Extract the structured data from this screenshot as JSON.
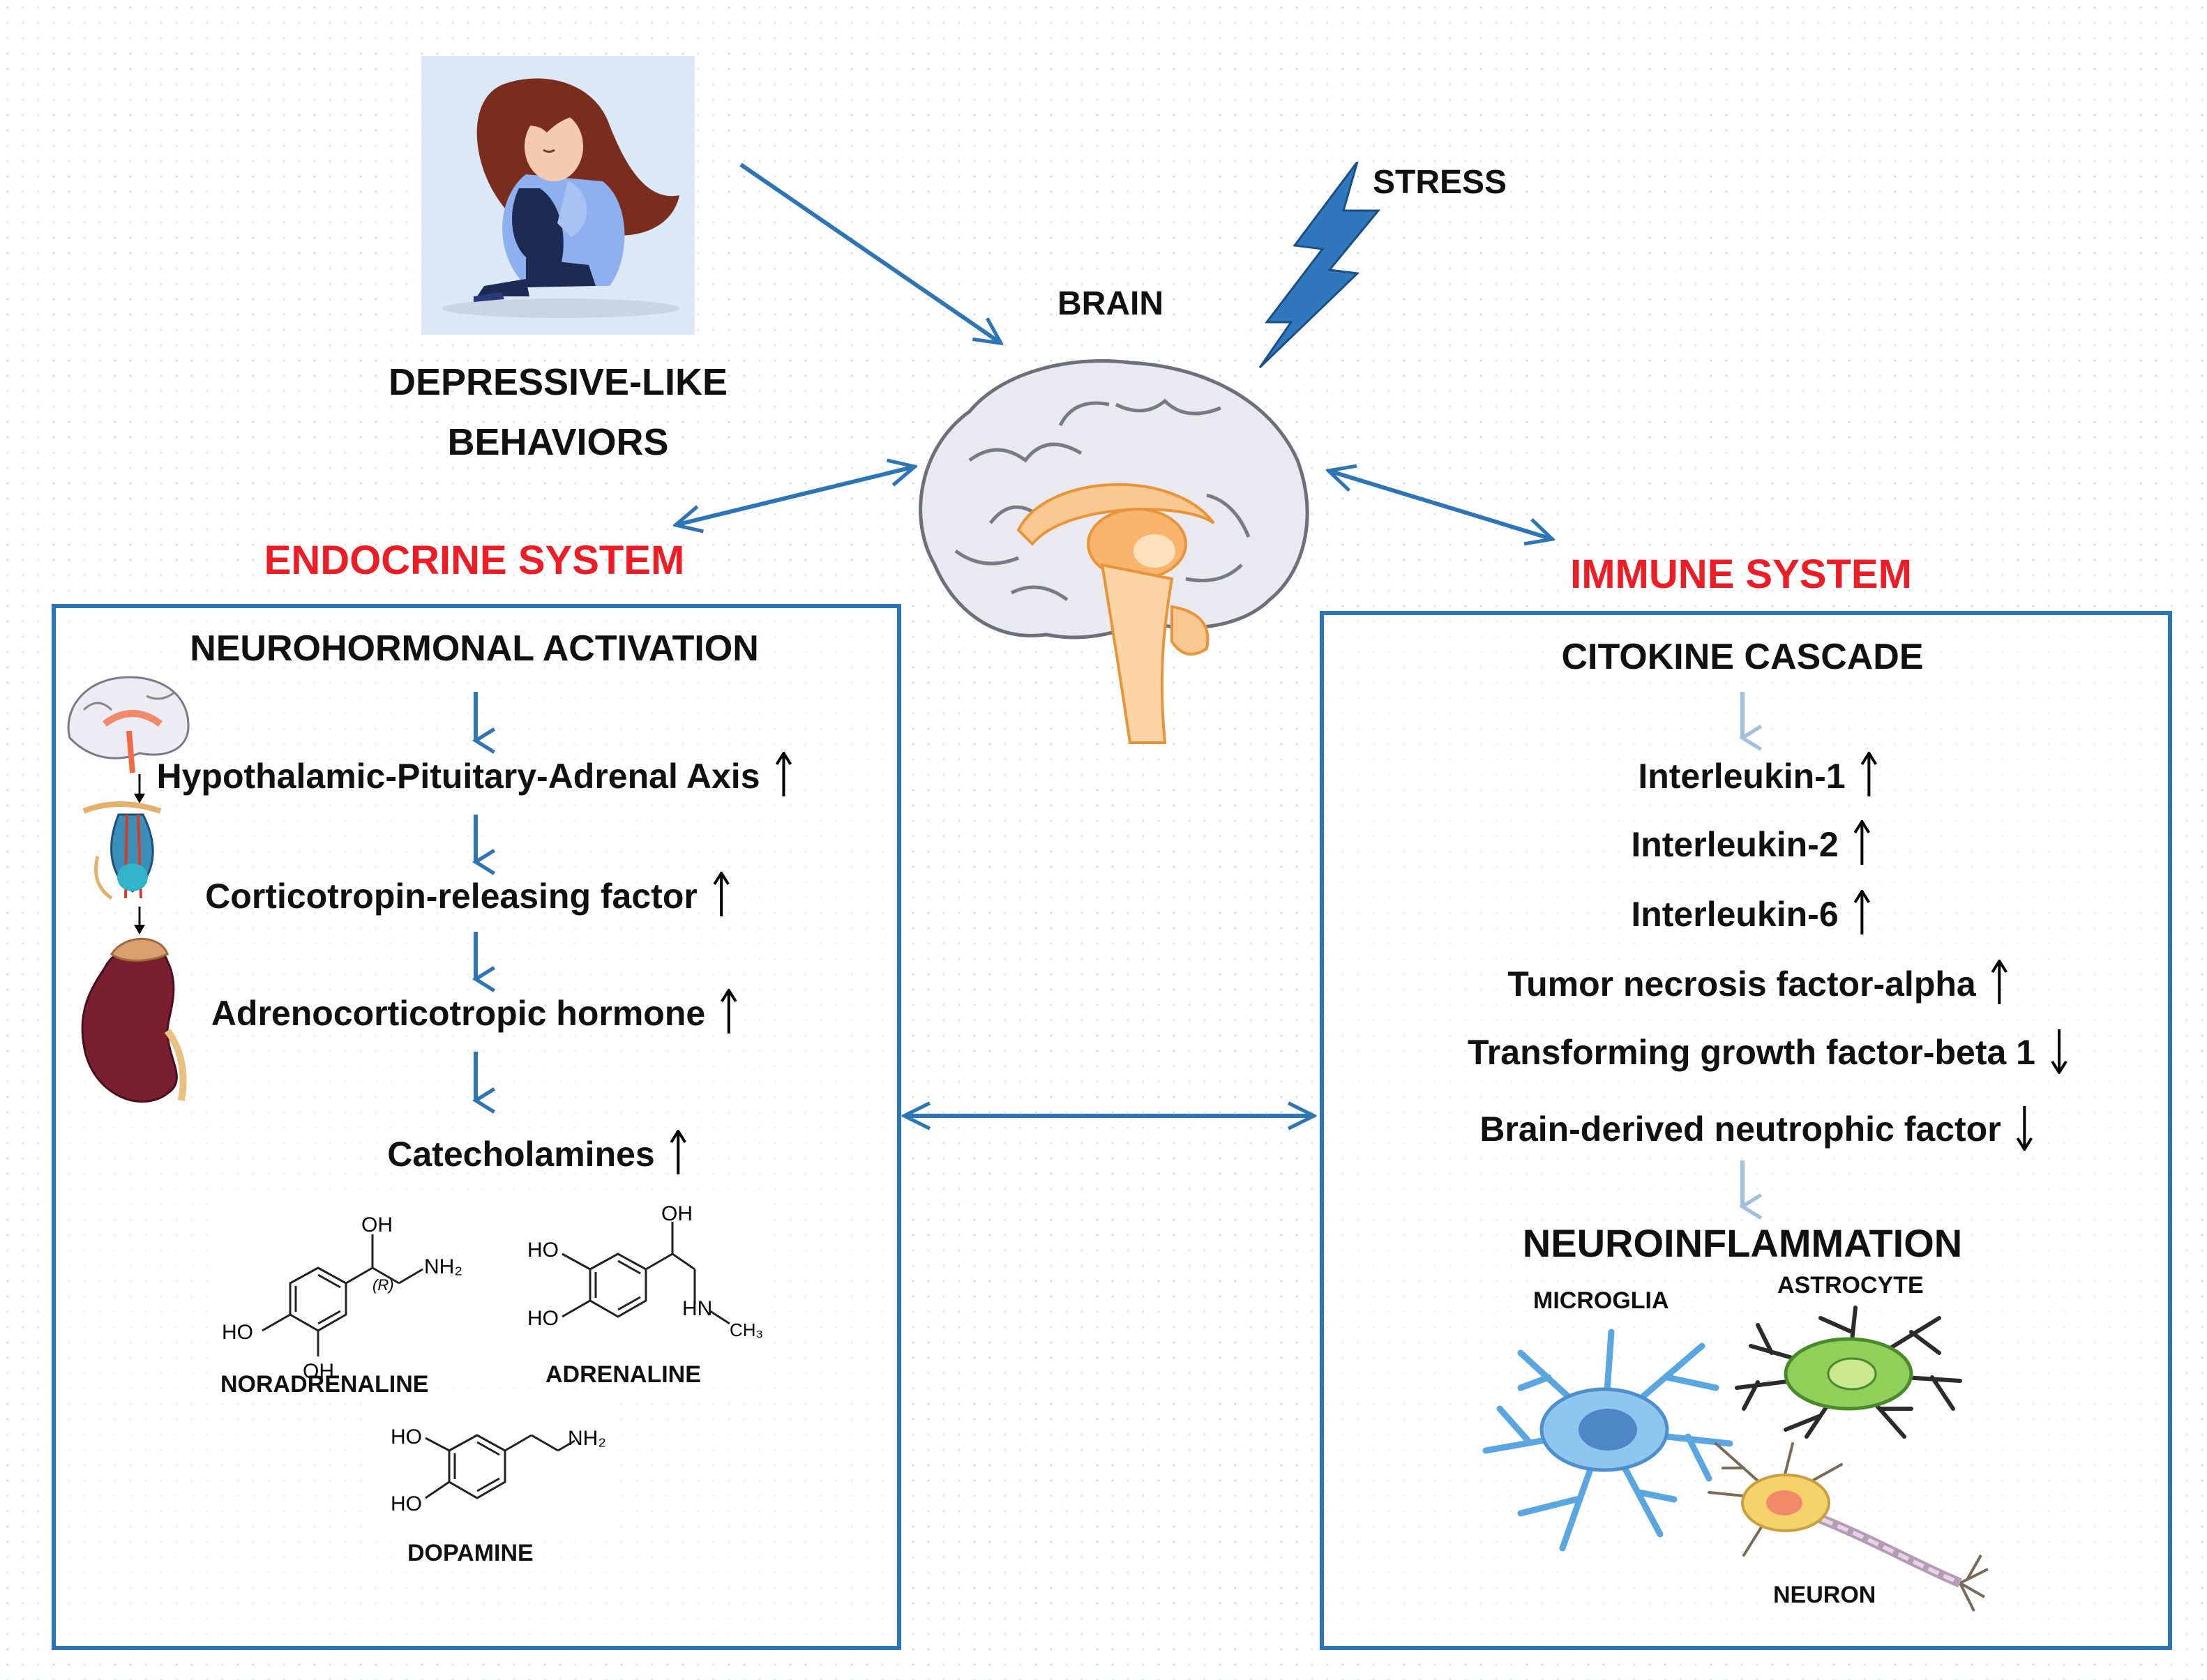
{
  "top": {
    "depressive_label_line1": "DEPRESSIVE-LIKE",
    "depressive_label_line2": "BEHAVIORS",
    "brain_label": "BRAIN",
    "stress_label": "STRESS"
  },
  "endocrine": {
    "title": "ENDOCRINE SYSTEM",
    "header": "NEUROHORMONAL ACTIVATION",
    "items": [
      {
        "label": "Hypothalamic-Pituitary-Adrenal Axis",
        "trend": "up"
      },
      {
        "label": "Corticotropin-releasing factor",
        "trend": "up"
      },
      {
        "label": "Adrenocorticotropic hormone",
        "trend": "up"
      },
      {
        "label": "Catecholamines",
        "trend": "up"
      }
    ],
    "molecules": {
      "noradrenaline": "NORADRENALINE",
      "adrenaline": "ADRENALINE",
      "dopamine": "DOPAMINE"
    },
    "chem_text": {
      "oh": "OH",
      "ho": "HO",
      "nh2": "NH₂",
      "hn": "HN",
      "ch3": "CH₃",
      "r": "(R)"
    }
  },
  "immune": {
    "title": "IMMUNE SYSTEM",
    "header": "CITOKINE CASCADE",
    "items": [
      {
        "label": "Interleukin-1",
        "trend": "up"
      },
      {
        "label": "Interleukin-2",
        "trend": "up"
      },
      {
        "label": "Interleukin-6",
        "trend": "up"
      },
      {
        "label": "Tumor necrosis factor-alpha",
        "trend": "up"
      },
      {
        "label": "Transforming growth factor-beta 1",
        "trend": "down"
      },
      {
        "label": "Brain-derived neutrophic factor",
        "trend": "down"
      }
    ],
    "outcome": "NEUROINFLAMMATION",
    "cells": {
      "microglia": "MICROGLIA",
      "astrocyte": "ASTROCYTE",
      "neuron": "NEURON"
    }
  },
  "colors": {
    "arrow": "#2e75b6",
    "title": "#ee1c25",
    "panel_border": "#2e75b6"
  }
}
